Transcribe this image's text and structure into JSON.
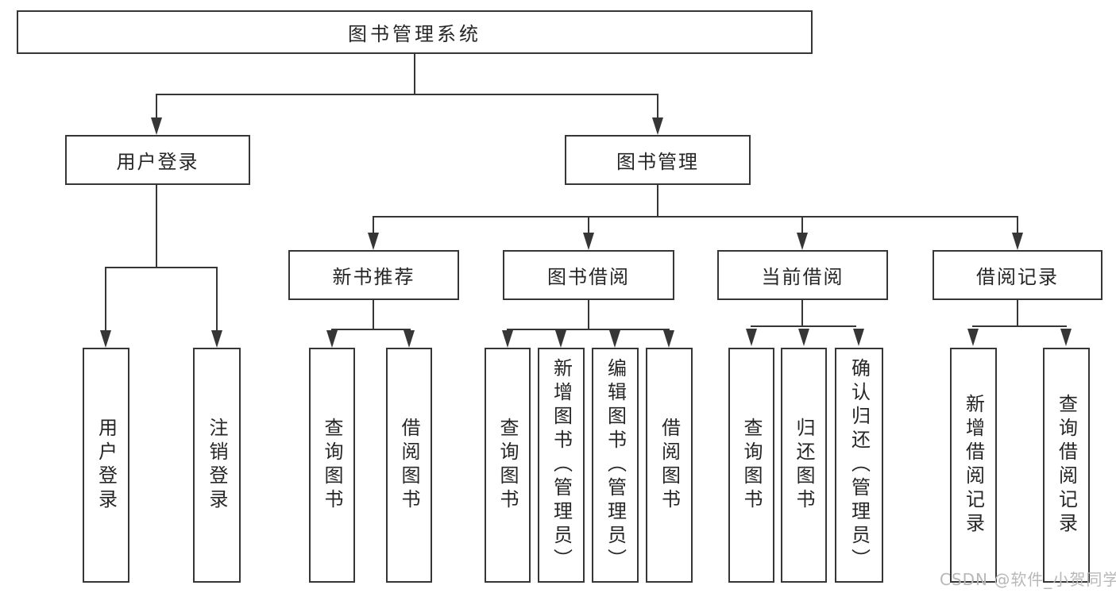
{
  "diagram": {
    "root": {
      "label": "图书管理系统"
    },
    "level2": [
      {
        "label": "用户登录"
      },
      {
        "label": "图书管理"
      }
    ],
    "level3": [
      {
        "label": "新书推荐"
      },
      {
        "label": "图书借阅"
      },
      {
        "label": "当前借阅"
      },
      {
        "label": "借阅记录"
      }
    ],
    "leaves": {
      "user_login": [
        "用户登录",
        "注销登录"
      ],
      "new_book": [
        "查询图书",
        "借阅图书"
      ],
      "book_borrow": [
        "查询图书",
        "新增图书（管理员）",
        "编辑图书（管理员）",
        "借阅图书"
      ],
      "current_borrow": [
        "查询图书",
        "归还图书",
        "确认归还（管理员）"
      ],
      "borrow_record": [
        "新增借阅记录",
        "查询借阅记录"
      ]
    },
    "colors": {
      "line": "#363636",
      "text": "#262626",
      "background": "#ffffff",
      "watermark_text": "#b9b7b7"
    }
  },
  "watermark": {
    "text": "CSDN @软件_小贺同学"
  }
}
